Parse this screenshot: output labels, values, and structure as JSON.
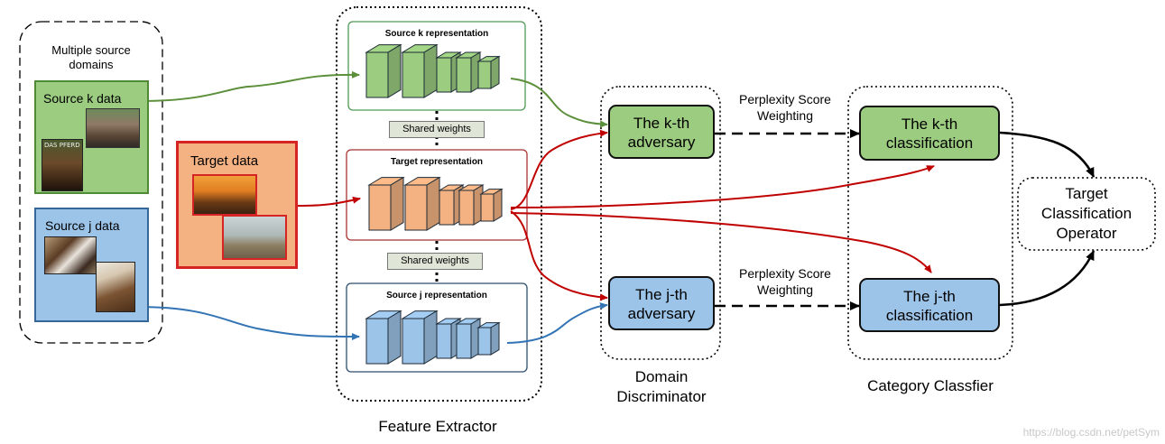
{
  "source_domains": {
    "title": "Multiple source domains",
    "source_k": {
      "label": "Source k data",
      "photo_caption": "DAS PFERD"
    },
    "source_j": {
      "label": "Source j data"
    }
  },
  "target": {
    "label": "Target data"
  },
  "feature_extractor": {
    "title": "Feature Extractor",
    "source_k_repr": "Source k representation",
    "target_repr": "Target representation",
    "source_j_repr": "Source j representation",
    "shared_weights": "Shared weights"
  },
  "domain_discriminator": {
    "title": "Domain Discriminator",
    "k_adversary": "The k-th adversary",
    "j_adversary": "The j-th adversary"
  },
  "weighting": {
    "label": "Perplexity Score Weighting"
  },
  "category_classifier": {
    "title": "Category Classfier",
    "k_classification": "The k-th classification",
    "j_classification": "The j-th classification"
  },
  "operator": {
    "label": "Target Classification Operator"
  },
  "watermark": "https://blog.csdn.net/petSym",
  "colors": {
    "green_fill": "#9bcc80",
    "green_stroke": "#4f8a34",
    "green_line": "#5b8f3a",
    "blue_fill": "#9cc3e8",
    "blue_stroke": "#36679a",
    "blue_line": "#3374b5",
    "orange_fill": "#f4b283",
    "red_stroke": "#d62424",
    "red_line": "#c00000",
    "gray_fill": "#dfe6d8"
  }
}
